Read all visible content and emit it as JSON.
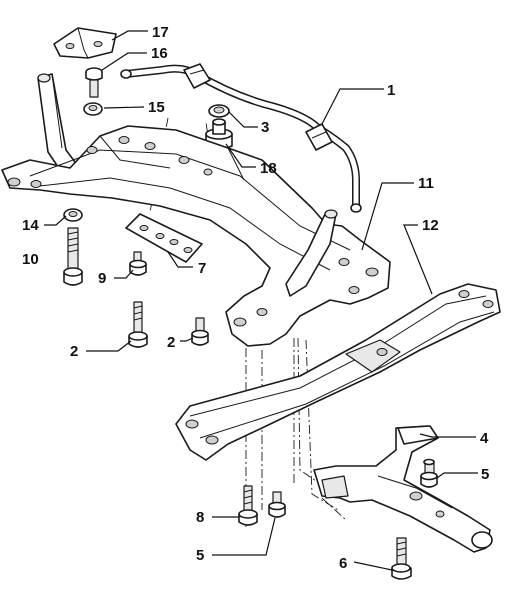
{
  "diagram": {
    "callouts": [
      {
        "id": "c1",
        "text": "1"
      },
      {
        "id": "c2a",
        "text": "2"
      },
      {
        "id": "c2b",
        "text": "2"
      },
      {
        "id": "c3",
        "text": "3"
      },
      {
        "id": "c4",
        "text": "4"
      },
      {
        "id": "c5a",
        "text": "5"
      },
      {
        "id": "c5b",
        "text": "5"
      },
      {
        "id": "c6",
        "text": "6"
      },
      {
        "id": "c7",
        "text": "7"
      },
      {
        "id": "c8",
        "text": "8"
      },
      {
        "id": "c9",
        "text": "9"
      },
      {
        "id": "c10",
        "text": "10"
      },
      {
        "id": "c11",
        "text": "11"
      },
      {
        "id": "c12",
        "text": "12"
      },
      {
        "id": "c14",
        "text": "14"
      },
      {
        "id": "c15",
        "text": "15"
      },
      {
        "id": "c16",
        "text": "16"
      },
      {
        "id": "c17",
        "text": "17"
      },
      {
        "id": "c18",
        "text": "18"
      }
    ]
  }
}
